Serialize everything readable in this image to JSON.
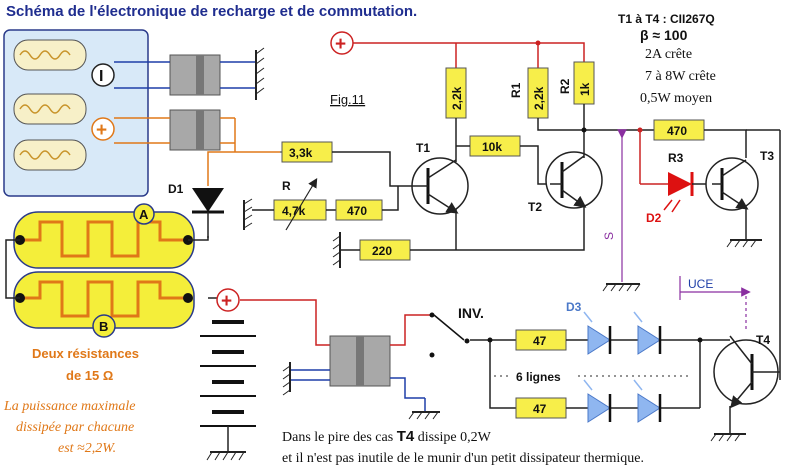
{
  "title": "Schéma de l'électronique de recharge et de commutation.",
  "figure_label": "Fig.11",
  "specs": {
    "header": "T1 à T4 : CII267Q",
    "beta": "β ≈ 100",
    "peak_current": "2A crête",
    "peak_power": "7 à 8W crête",
    "avg_power": "0,5W moyen"
  },
  "panel": {
    "minus_label": "I",
    "plus_label": "+"
  },
  "components": {
    "res_3k3": "3,3k",
    "res_4k7": "4,7k",
    "res_470_a": "470",
    "res_220": "220",
    "res_2k2_a": "2,2k",
    "res_2k2_b": "2,2k",
    "res_1k": "1k",
    "res_10k": "10k",
    "res_470_b": "470",
    "res_47_a": "47",
    "res_47_b": "47",
    "label_r": "R",
    "label_r1": "R1",
    "label_r2": "R2",
    "label_r3": "R3",
    "label_d1": "D1",
    "label_d2": "D2",
    "label_d3": "D3",
    "label_t1": "T1",
    "label_t2": "T2",
    "label_t3": "T3",
    "label_t4": "T4",
    "label_s": "S",
    "label_uce": "UCE",
    "label_inv": "INV.",
    "label_six_lines": "6 lignes",
    "label_a": "A",
    "label_b": "B"
  },
  "notes": {
    "resistances_line1": "Deux résistances",
    "resistances_line2": "de 15 Ω",
    "power_line1": "La puissance maximale",
    "power_line2": "dissipée par chacune",
    "power_line3": "est ≈2,2W.",
    "bottom_line1_pre": "Dans le pire des cas ",
    "bottom_line1_t4": "T4",
    "bottom_line1_post": " dissipe 0,2W",
    "bottom_line2": "et il n'est pas inutile de le munir d'un petit dissipateur thermique."
  },
  "colors": {
    "title": "#1f2d8f",
    "wire": "#222222",
    "wire_red": "#cc2222",
    "wire_orange": "#e07818",
    "wire_blue": "#1f3fa8",
    "resistor": "#f7ee4a",
    "panel": "#d8e9f8",
    "coil": "#f4ee3a",
    "led_red": "#dd1111",
    "led_blue": "#8fb6f0",
    "note_orange": "#e07818",
    "purple": "#8a2fa0"
  }
}
